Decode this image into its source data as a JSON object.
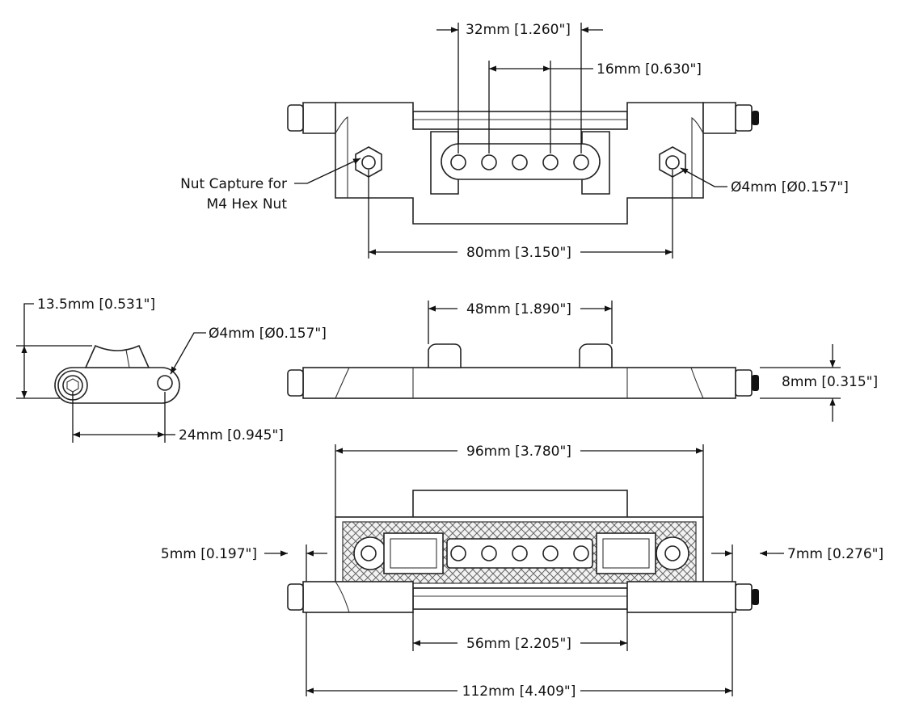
{
  "dimensions": {
    "top_outer_spacing": "32mm [1.260\"]",
    "top_inner_spacing": "16mm [0.630\"]",
    "nut_capture_line1": "Nut Capture for",
    "nut_capture_line2": "M4 Hex Nut",
    "top_hole_diameter": "Ø4mm [Ø0.157\"]",
    "top_nut_spacing": "80mm [3.150\"]",
    "side_height": "13.5mm [0.531\"]",
    "side_hole_diameter": "Ø4mm [Ø0.157\"]",
    "side_hole_spacing": "24mm [0.945\"]",
    "front_boss_spacing": "48mm [1.890\"]",
    "front_thickness": "8mm [0.315\"]",
    "bottom_span": "96mm [3.780\"]",
    "bottom_left_offset": "5mm [0.197\"]",
    "bottom_right_offset": "7mm [0.276\"]",
    "bottom_rail_span": "56mm [2.205\"]",
    "overall_length": "112mm [4.409\"]"
  }
}
